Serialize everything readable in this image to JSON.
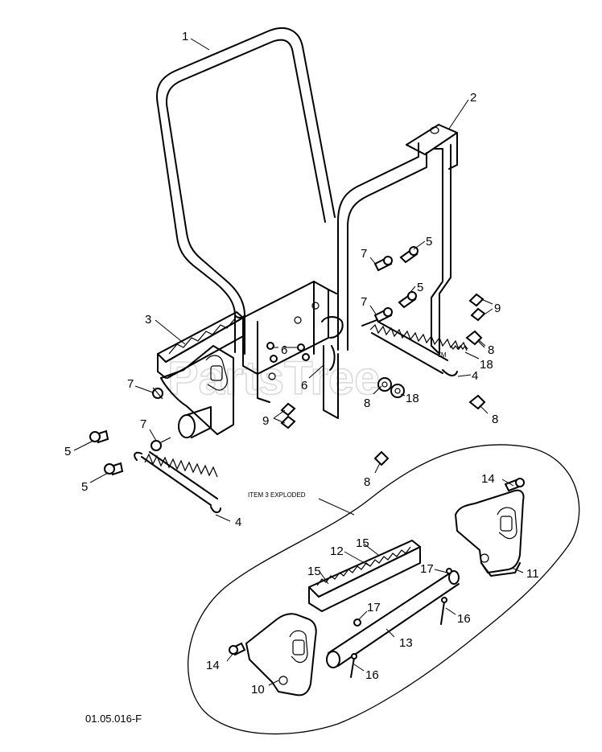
{
  "watermark": "PartsTree",
  "trademark": "TM",
  "drawing_code": "01.05.016-F",
  "exploded_label": "ITEM 3 EXPLODED",
  "callouts": {
    "c1": "1",
    "c2": "2",
    "c3": "3",
    "c4a": "4",
    "c4b": "4",
    "c5a": "5",
    "c5b": "5",
    "c5c": "5",
    "c5d": "5",
    "c6a": "6",
    "c6b": "6",
    "c7a": "7",
    "c7b": "7",
    "c7c": "7",
    "c7d": "7",
    "c8a": "8",
    "c8b": "8",
    "c8c": "8",
    "c8d": "8",
    "c9a": "9",
    "c9b": "9",
    "c10": "10",
    "c11": "11",
    "c12": "12",
    "c13": "13",
    "c14a": "14",
    "c14b": "14",
    "c15a": "15",
    "c15b": "15",
    "c16a": "16",
    "c16b": "16",
    "c17a": "17",
    "c17b": "17",
    "c18a": "18",
    "c18b": "18"
  }
}
